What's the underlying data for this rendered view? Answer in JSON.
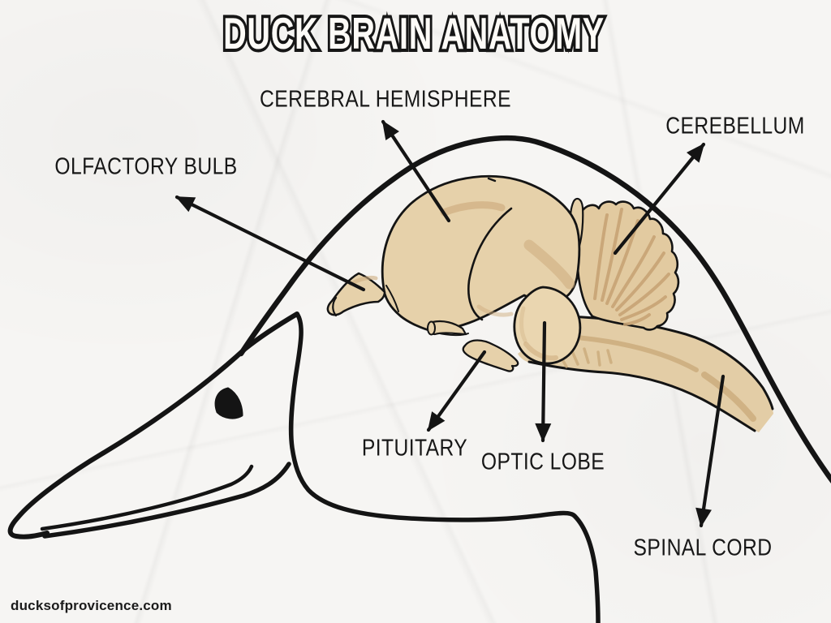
{
  "title": "DUCK BRAIN ANATOMY",
  "watermark": "ducksofprovicence.com",
  "labels": {
    "cerebral_hemisphere": "CEREBRAL HEMISPHERE",
    "cerebellum": "CEREBELLUM",
    "olfactory_bulb": "OLFACTORY BULB",
    "pituitary": "PITUITARY",
    "optic_lobe": "OPTIC LOBE",
    "spinal_cord": "SPINAL CORD"
  },
  "colors": {
    "paper": "#f6f5f3",
    "ink": "#141414",
    "brain_fill": "#e6d1aa",
    "brain_shade": "#cfae80",
    "cerebellum_fill": "#e2caa0",
    "optic_lobe_fill": "#ead6b0"
  }
}
